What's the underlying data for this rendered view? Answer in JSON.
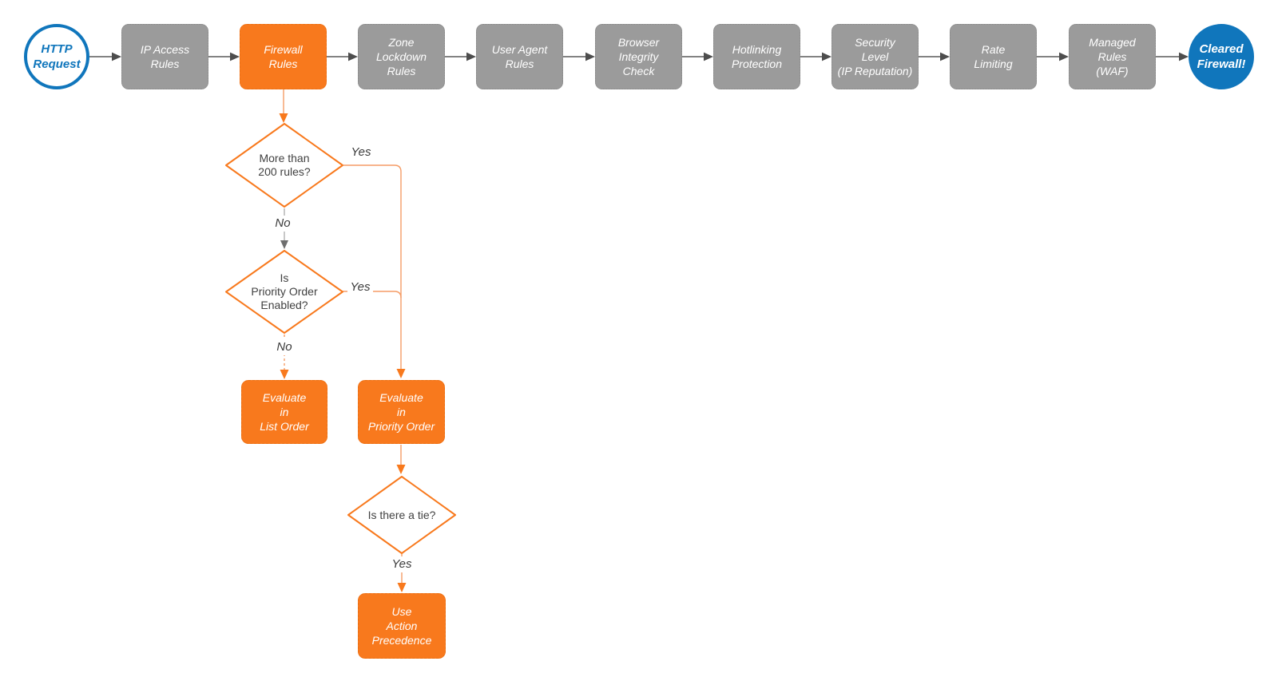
{
  "colors": {
    "orange": "#f8791d",
    "orange_line": "#f59c66",
    "gray_node": "#9b9b9b",
    "dark_line": "#5a5a5a",
    "dark_arrow": "#4d4d4d",
    "blue": "#1076bc",
    "diamond_text": "#414141",
    "node_text": "#ffffff"
  },
  "pipeline": {
    "start": {
      "label": "HTTP\nRequest"
    },
    "steps": [
      {
        "label": "IP Access\nRules"
      },
      {
        "label": "Firewall\nRules"
      },
      {
        "label": "Zone\nLockdown\nRules"
      },
      {
        "label": "User Agent\nRules"
      },
      {
        "label": "Browser\nIntegrity\nCheck"
      },
      {
        "label": "Hotlinking\nProtection"
      },
      {
        "label": "Security\nLevel\n(IP Reputation)"
      },
      {
        "label": "Rate\nLimiting"
      },
      {
        "label": "Managed\nRules\n(WAF)"
      }
    ],
    "end": {
      "label": "Cleared\nFirewall!"
    }
  },
  "branch": {
    "decision_rule_count": {
      "question": "More than\n200 rules?",
      "yes_label": "Yes",
      "no_label": "No"
    },
    "decision_priority_order": {
      "question": "Is\nPriority Order\nEnabled?",
      "yes_label": "Yes",
      "no_label": "No"
    },
    "evaluate_list_order": {
      "label": "Evaluate\nin\nList Order"
    },
    "evaluate_priority_order": {
      "label": "Evaluate\nin\nPriority Order"
    },
    "decision_tie": {
      "question": "Is there a tie?",
      "yes_label": "Yes"
    },
    "use_action_precedence": {
      "label": "Use\nAction\nPrecedence"
    }
  }
}
